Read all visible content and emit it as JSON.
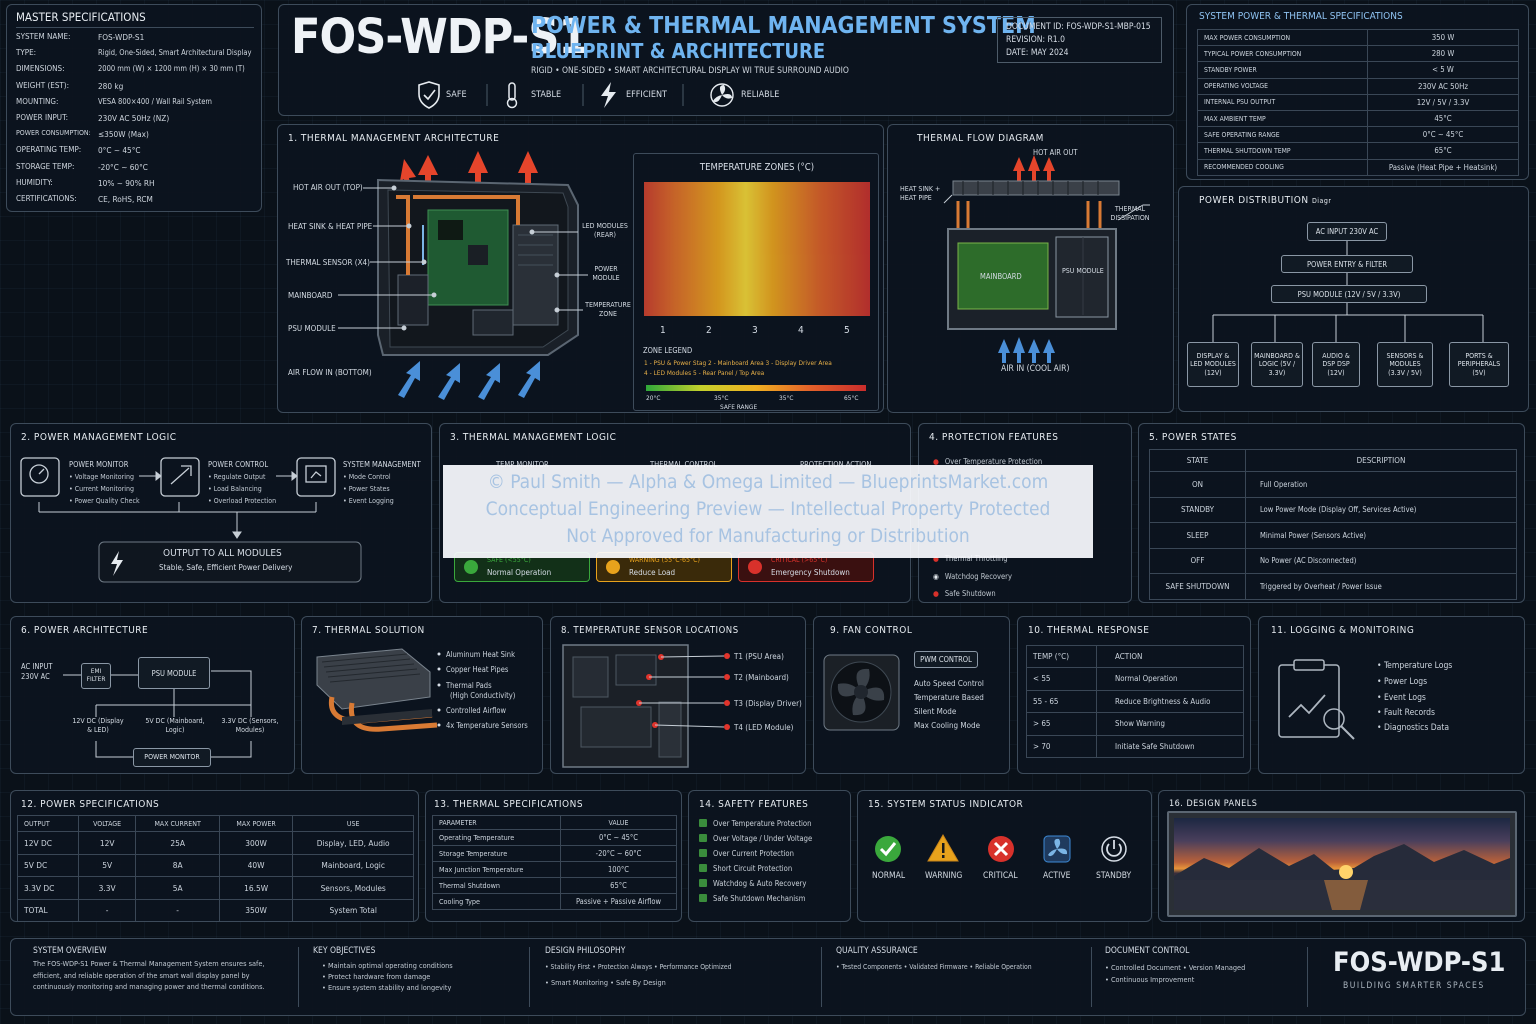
{
  "header": {
    "code": "FOS-WDP-S1",
    "title1": "POWER & THERMAL MANAGEMENT SYSTEM",
    "title2": "BLUEPRINT & ARCHITECTURE",
    "subtitle": "RIGID • ONE-SIDED • SMART ARCHITECTURAL DISPLAY WI TRUE SURROUND AUDIO",
    "doc_id": "DOCUMENT ID: FOS-WDP-S1-MBP-015",
    "revision": "REVISION:  R1.0",
    "date": "DATE:  MAY 2024",
    "badges": [
      {
        "label": "SAFE",
        "icon": "shield-icon"
      },
      {
        "label": "STABLE",
        "icon": "thermometer-icon"
      },
      {
        "label": "EFFICIENT",
        "icon": "lightning-icon"
      },
      {
        "label": "RELIABLE",
        "icon": "fan-icon"
      }
    ]
  },
  "master": {
    "title": "MASTER SPECIFICATIONS",
    "rows": [
      [
        "SYSTEM NAME:",
        "FOS-WDP-S1"
      ],
      [
        "TYPE:",
        "Rigid, One-Sided, Smart Architectural Display"
      ],
      [
        "DIMENSIONS:",
        "2000 mm (W) × 1200 mm (H) × 30 mm (T)"
      ],
      [
        "WEIGHT (EST):",
        "280 kg"
      ],
      [
        "MOUNTING:",
        "VESA 800×400 / Wall Rail System"
      ],
      [
        "POWER INPUT:",
        "230V AC 50Hz (NZ)"
      ],
      [
        "POWER CONSUMPTION:",
        "≤350W (Max)"
      ],
      [
        "OPERATING TEMP:",
        "0°C ~ 45°C"
      ],
      [
        "STORAGE TEMP:",
        "-20°C ~ 60°C"
      ],
      [
        "HUMIDITY:",
        "10% ~ 90% RH"
      ],
      [
        "CERTIFICATIONS:",
        "CE, RoHS, RCM"
      ]
    ]
  },
  "sysspec": {
    "title": "SYSTEM POWER & THERMAL SPECIFICATIONS",
    "rows": [
      [
        "MAX POWER CONSUMPTION",
        "350 W"
      ],
      [
        "TYPICAL POWER CONSUMPTION",
        "280 W"
      ],
      [
        "STANDBY POWER",
        "< 5 W"
      ],
      [
        "OPERATING VOLTAGE",
        "230V AC 50Hz"
      ],
      [
        "INTERNAL PSU OUTPUT",
        "12V / 5V / 3.3V"
      ],
      [
        "MAX AMBIENT TEMP",
        "45°C"
      ],
      [
        "SAFE OPERATING RANGE",
        "0°C ~ 45°C"
      ],
      [
        "THERMAL SHUTDOWN TEMP",
        "65°C"
      ],
      [
        "RECOMMENDED COOLING",
        "Passive (Heat Pipe + Heatsink)"
      ]
    ]
  },
  "thermal_arch": {
    "title": "1.  THERMAL MANAGEMENT ARCHITECTURE",
    "left_labels": [
      "HOT AIR OUT (TOP)",
      "HEAT SINK & HEAT PIPE",
      "THERMAL SENSOR (X4)",
      "MAINBOARD",
      "PSU MODULE",
      "AIR FLOW IN (BOTTOM)"
    ],
    "right_labels": [
      "LED MODULES (REAR)",
      "POWER MODULE",
      "TEMPERATURE ZONE"
    ],
    "zones_title": "TEMPERATURE ZONES (°C)",
    "zone_numbers": [
      "1",
      "2",
      "3",
      "4",
      "5"
    ],
    "legend_title": "ZONE LEGEND",
    "legend_1": "1 - PSU & Power Stag   2 - Mainboard Area   3 - Display Driver Area",
    "legend_2": "4 - LED Modules        5 - Rear Panel / Top Area",
    "scale": [
      "20°C",
      "35°C",
      "35°C",
      "65°C"
    ],
    "safe_range": "SAFE RANGE"
  },
  "thermal_flow": {
    "title": "THERMAL FLOW DIAGRAM",
    "hot_air": "HOT AIR OUT",
    "heat_sink": "HEAT SINK + HEAT PIPE",
    "dissipation": "THERMAL DISSIPATION",
    "mainboard": "MAINBOARD",
    "psu": "PSU MODULE",
    "air_in": "AIR IN (COOL AIR)"
  },
  "power_dist": {
    "title": "POWER DISTRIBUTION",
    "title_suffix": "Diagr",
    "ac": "AC INPUT 230V AC",
    "entry": "POWER ENTRY & FILTER",
    "psu": "PSU MODULE (12V / 5V / 3.3V)",
    "outputs": [
      "DISPLAY & LED MODULES (12V)",
      "MAINBOARD & LOGIC (5V / 3.3V)",
      "AUDIO & DSP DSP (12V)",
      "SENSORS & MODULES (3.3V / 5V)",
      "PORTS & PERIPHERALS (5V)"
    ]
  },
  "pm_logic": {
    "title": "2.  POWER MANAGEMENT LOGIC",
    "cols": [
      {
        "head": "POWER MONITOR",
        "items": [
          "• Voltage Monitoring",
          "• Current Monitoring",
          "• Power Quality Check"
        ]
      },
      {
        "head": "POWER CONTROL",
        "items": [
          "• Regulate Output",
          "• Load Balancing",
          "• Overload Protection"
        ]
      },
      {
        "head": "SYSTEM MANAGEMENT",
        "items": [
          "• Mode Control",
          "• Power States",
          "• Event Logging"
        ]
      }
    ],
    "output_title": "OUTPUT TO ALL MODULES",
    "output_sub": "Stable, Safe, Efficient Power Delivery"
  },
  "tm_logic": {
    "title": "3.  THERMAL MANAGEMENT LOGIC",
    "heads": [
      "TEMP MONITOR",
      "THERMAL CONTROL",
      "PROTECTION ACTION"
    ],
    "states": [
      {
        "t": "SAFE (<55°C)",
        "s": "Normal Operation"
      },
      {
        "t": "WARNING (55°C-65°C)",
        "s": "Reduce Load"
      },
      {
        "t": "CRITICAL (>65°C)",
        "s": "Emergency Shutdown"
      }
    ]
  },
  "protection": {
    "title": "4.  PROTECTION FEATURES",
    "items": [
      "Over Temperature Protection",
      "Thermal Throttling",
      "Watchdog Recovery",
      "Safe Shutdown"
    ]
  },
  "watermark": {
    "l1": "© Paul Smith — Alpha & Omega Limited — BlueprintsMarket.com",
    "l2": "Conceptual Engineering Preview — Intellectual Property Protected",
    "l3": "Not Approved for Manufacturing or Distribution"
  },
  "power_states": {
    "title": "5.  POWER STATES",
    "head": [
      "STATE",
      "DESCRIPTION"
    ],
    "rows": [
      [
        "ON",
        "Full Operation"
      ],
      [
        "STANDBY",
        "Low Power Mode (Display Off, Services Active)"
      ],
      [
        "SLEEP",
        "Minimal Power (Sensors Active)"
      ],
      [
        "OFF",
        "No Power (AC Disconnected)"
      ],
      [
        "SAFE SHUTDOWN",
        "Triggered by Overheat / Power Issue"
      ]
    ]
  },
  "power_arch": {
    "title": "6.  POWER ARCHITECTURE",
    "ac": "AC INPUT 230V AC",
    "emi": "EMI FILTER",
    "psu": "PSU MODULE",
    "v12": "12V DC (Display & LED)",
    "v5": "5V DC (Mainboard, Logic)",
    "v33": "3.3V DC (Sensors, Modules)",
    "monitor": "POWER MONITOR"
  },
  "thermal_sol": {
    "title": "7.  THERMAL SOLUTION",
    "items": [
      "Aluminum Heat Sink",
      "Copper Heat Pipes",
      "Thermal Pads",
      "(High Conductivity)",
      "Controlled Airflow",
      "4x Temperature Sensors"
    ]
  },
  "sensors": {
    "title": "8.  TEMPERATURE SENSOR LOCATIONS",
    "items": [
      "T1 (PSU Area)",
      "T2 (Mainboard)",
      "T3 (Display Driver)",
      "T4 (LED Module)"
    ]
  },
  "fan": {
    "title": "9.  FAN CONTROL",
    "pwm": "PWM CONTROL",
    "items": [
      "Auto Speed Control",
      "Temperature Based",
      "Silent Mode",
      "Max Cooling Mode"
    ]
  },
  "response": {
    "title": "10.  THERMAL RESPONSE",
    "head": [
      "TEMP (°C)",
      "ACTION"
    ],
    "rows": [
      [
        "< 55",
        "Normal Operation"
      ],
      [
        "55 - 65",
        "Reduce Brightness & Audio"
      ],
      [
        "> 65",
        "Show Warning"
      ],
      [
        "> 70",
        "Initiate Safe Shutdown"
      ]
    ]
  },
  "logging": {
    "title": "11.  LOGGING & MONITORING",
    "items": [
      "Temperature Logs",
      "Power Logs",
      "Event Logs",
      "Fault Records",
      "Diagnostics Data"
    ]
  },
  "power_spec": {
    "title": "12.  POWER SPECIFICATIONS",
    "head": [
      "OUTPUT",
      "VOLTAGE",
      "MAX CURRENT",
      "MAX POWER",
      "USE"
    ],
    "rows": [
      [
        "12V DC",
        "12V",
        "25A",
        "300W",
        "Display, LED, Audio"
      ],
      [
        "5V DC",
        "5V",
        "8A",
        "40W",
        "Mainboard, Logic"
      ],
      [
        "3.3V DC",
        "3.3V",
        "5A",
        "16.5W",
        "Sensors, Modules"
      ],
      [
        "TOTAL",
        "-",
        "-",
        "350W",
        "System Total"
      ]
    ]
  },
  "thermal_spec": {
    "title": "13.  THERMAL SPECIFICATIONS",
    "head": [
      "PARAMETER",
      "VALUE"
    ],
    "rows": [
      [
        "Operating Temperature",
        "0°C ~ 45°C"
      ],
      [
        "Storage Temperature",
        "-20°C ~ 60°C"
      ],
      [
        "Max Junction Temperature",
        "100°C"
      ],
      [
        "Thermal Shutdown",
        "65°C"
      ],
      [
        "Cooling Type",
        "Passive + Passive Airflow"
      ]
    ]
  },
  "safety": {
    "title": "14.  SAFETY FEATURES",
    "items": [
      "Over Temperature Protection",
      "Over Voltage / Under Voltage",
      "Over Current Protection",
      "Short Circuit Protection",
      "Watchdog & Auto Recovery",
      "Safe Shutdown Mechanism"
    ]
  },
  "status": {
    "title": "15.  SYSTEM STATUS INDICATOR",
    "items": [
      {
        "label": "NORMAL",
        "icon": "check-circle-icon",
        "color": "#3aa83c"
      },
      {
        "label": "WARNING",
        "icon": "warning-triangle-icon",
        "color": "#e8a21c"
      },
      {
        "label": "CRITICAL",
        "icon": "x-circle-icon",
        "color": "#d8312b"
      },
      {
        "label": "ACTIVE",
        "icon": "fan-icon",
        "color": "#3d8ad6"
      },
      {
        "label": "STANDBY",
        "icon": "power-icon",
        "color": "#d6dde6"
      }
    ]
  },
  "design_panel": {
    "title": "16.  DESIGN PANELS"
  },
  "footer": {
    "overview_title": "SYSTEM OVERVIEW",
    "overview": "The FOS-WDP-S1 Power & Thermal Management System ensures safe, efficient, and reliable operation of the smart wall display panel by continuously monitoring and managing power and thermal conditions.",
    "objectives_title": "KEY OBJECTIVES",
    "objectives": [
      "• Maintain optimal operating conditions",
      "• Protect hardware from damage",
      "• Ensure system stability and longevity"
    ],
    "design_title": "DESIGN PHILOSOPHY",
    "design_l1": "• Stability First    • Protection Always    • Performance Optimized",
    "design_l2": "• Smart Monitoring    • Safe By Design",
    "qa_title": "QUALITY ASSURANCE",
    "qa_l1": "• Tested Components    • Validated Firmware    • Reliable Operation",
    "doc_title": "DOCUMENT CONTROL",
    "doc_l1": "• Controlled Document    • Version Managed",
    "doc_l2": "• Continuous Improvement",
    "brand": "FOS-WDP-S1",
    "tagline": "BUILDING SMARTER SPACES"
  }
}
